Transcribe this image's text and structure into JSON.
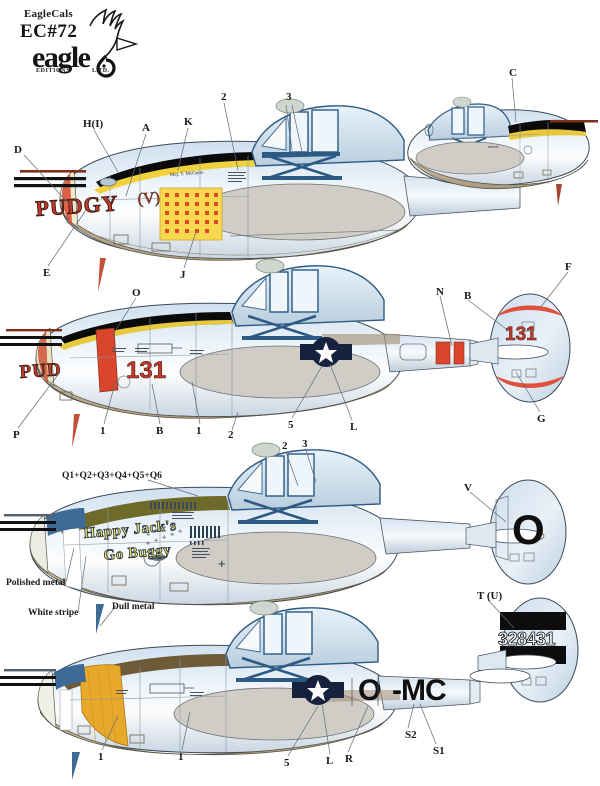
{
  "sheet": {
    "brand": "EagleCals",
    "set_number": "EC#72",
    "logo_word": "eagle",
    "logo_sub_left": "EDITIONS",
    "logo_sub_right": "L.TD.",
    "background_color": "#ffffff"
  },
  "colors": {
    "nose_art_red": "#c0392b",
    "tail_red": "#e0503a",
    "decal_yellow": "#f2c832",
    "olive_drab": "#6d6a2a",
    "cockpit_blue": "#2c5a84",
    "metal_light": "#d8e2ec",
    "metal_dull": "#b8ab93",
    "black_panel": "#101010",
    "insignia_blue": "#16213e",
    "line_color": "#4a5560"
  },
  "profiles": [
    {
      "id": "profile-1",
      "name": "pudgy-v-left",
      "nose_art_text": "PUDGY",
      "nose_art_suffix": "(V)",
      "script_text": "Maj. T. McGuire",
      "anti_glare": "black",
      "callouts": [
        "D",
        "H(I)",
        "A",
        "K",
        "2",
        "3",
        "E",
        "J"
      ]
    },
    {
      "id": "profile-1b",
      "name": "pudgy-v-right-rear",
      "callouts": [
        "C"
      ]
    },
    {
      "id": "profile-2",
      "name": "pudgy-131-left",
      "nose_art_text": "PUD",
      "fuselage_number": "131",
      "callouts": [
        "O",
        "P",
        "1",
        "B",
        "1",
        "2",
        "5",
        "L",
        "N"
      ]
    },
    {
      "id": "profile-2b",
      "name": "tail-131",
      "tail_number": "131",
      "callouts": [
        "B",
        "F",
        "G"
      ]
    },
    {
      "id": "profile-3",
      "name": "happy-jacks-go-buggy",
      "nose_art_line1": "Happy Jack's",
      "nose_art_line2": "Go Buggy",
      "decal_combo": "Q1+Q2+Q3+Q4+Q5+Q6",
      "callouts": [
        "2",
        "3"
      ],
      "notes": [
        "Polished metal",
        "White stripe",
        "Dull metal"
      ]
    },
    {
      "id": "profile-3b",
      "name": "tail-letter-o",
      "tail_letter": "O",
      "callouts": [
        "V"
      ]
    },
    {
      "id": "profile-4",
      "name": "o-mc-left",
      "code_letter": "O",
      "code_group": "-MC",
      "callouts": [
        "1",
        "1",
        "5",
        "L",
        "R",
        "S2",
        "S1"
      ]
    },
    {
      "id": "profile-4b",
      "name": "tail-serial-328431",
      "serial": "328431",
      "callouts": [
        "T (U)"
      ]
    }
  ],
  "callout_labels": {
    "D": "D",
    "H_I": "H(I)",
    "A": "A",
    "K": "K",
    "C": "C",
    "two": "2",
    "three": "3",
    "E": "E",
    "J": "J",
    "O": "O",
    "P": "P",
    "one": "1",
    "B": "B",
    "five": "5",
    "L": "L",
    "N": "N",
    "F": "F",
    "G": "G",
    "V": "V",
    "R": "R",
    "S1": "S1",
    "S2": "S2",
    "T_U": "T (U)"
  },
  "annotations": {
    "q_combo": "Q1+Q2+Q3+Q4+Q5+Q6",
    "polished_metal": "Polished metal",
    "white_stripe": "White stripe",
    "dull_metal": "Dull metal"
  },
  "markings": {
    "pudgy": "PUDGY",
    "pudgy_v": "(V)",
    "pud": "PUD",
    "number_131": "131",
    "happy_jacks": "Happy Jack's",
    "go_buggy": "Go Buggy",
    "letter_o": "O",
    "code_mc": "-MC",
    "serial_328431": "328431",
    "tail_131": "131",
    "tail_o": "O"
  }
}
